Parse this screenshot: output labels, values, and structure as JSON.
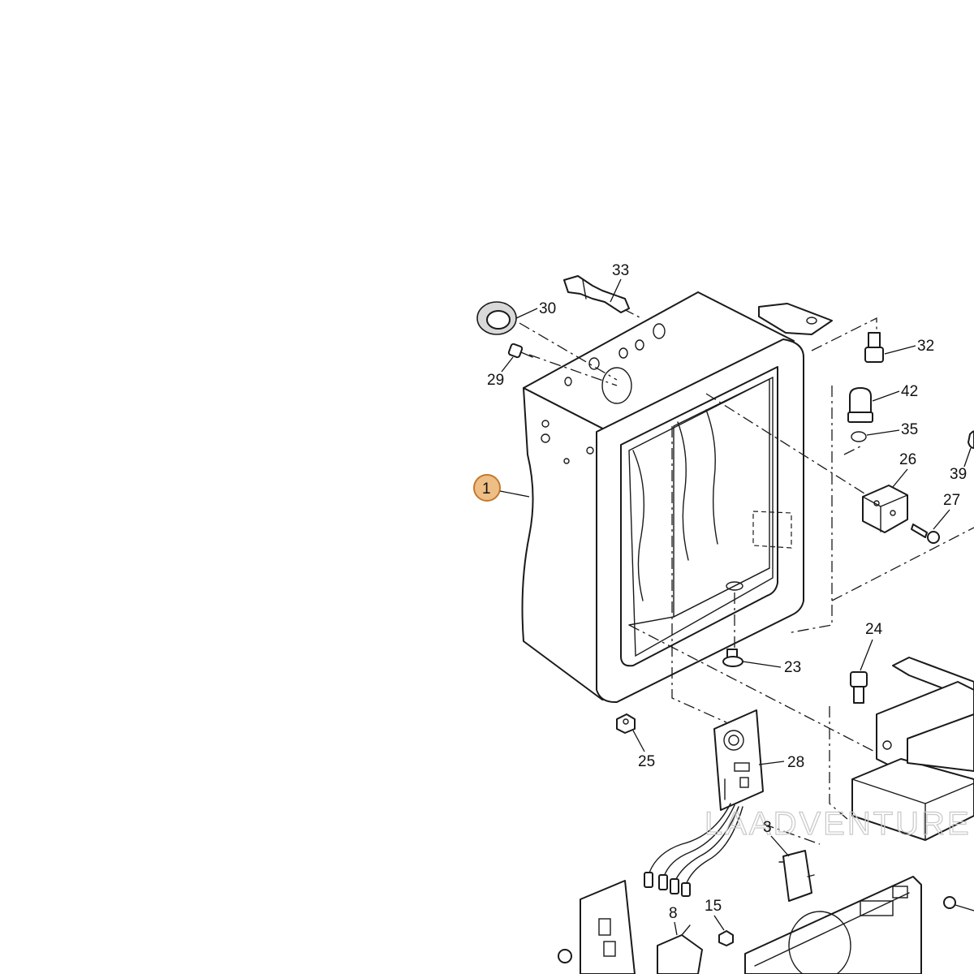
{
  "diagram": {
    "highlight_color": "#e8a85c",
    "line_color": "#1a1a1a",
    "callouts": [
      {
        "id": "c1",
        "label": "1"
      },
      {
        "id": "c33",
        "label": "33"
      },
      {
        "id": "c30",
        "label": "30"
      },
      {
        "id": "c29",
        "label": "29"
      },
      {
        "id": "c32",
        "label": "32"
      },
      {
        "id": "c42",
        "label": "42"
      },
      {
        "id": "c35",
        "label": "35"
      },
      {
        "id": "c39",
        "label": "39"
      },
      {
        "id": "c26",
        "label": "26"
      },
      {
        "id": "c27",
        "label": "27"
      },
      {
        "id": "c24",
        "label": "24"
      },
      {
        "id": "c23",
        "label": "23"
      },
      {
        "id": "c25",
        "label": "25"
      },
      {
        "id": "c28",
        "label": "28"
      },
      {
        "id": "c3",
        "label": "3"
      },
      {
        "id": "c8",
        "label": "8"
      },
      {
        "id": "c15",
        "label": "15"
      }
    ],
    "watermark": "LAADVENTURE"
  }
}
